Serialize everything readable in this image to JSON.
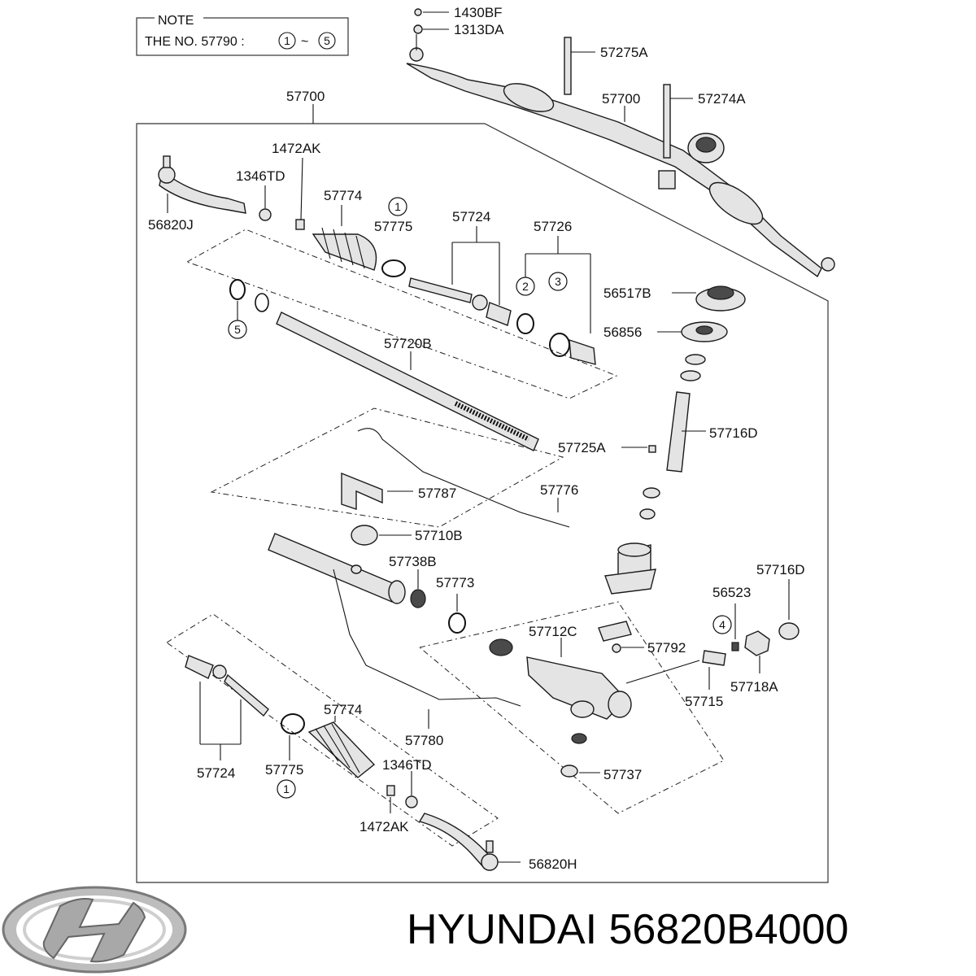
{
  "note": {
    "title": "NOTE",
    "text": "THE NO. 57790 :",
    "range_start": "1",
    "tilde": "~",
    "range_end": "5"
  },
  "labels": {
    "p1430BF": "1430BF",
    "p1313DA": "1313DA",
    "p57275A": "57275A",
    "p57700_top": "57700",
    "p57274A": "57274A",
    "p57700_frame": "57700",
    "p1472AK_top": "1472AK",
    "p1346TD_top": "1346TD",
    "p56820J": "56820J",
    "p57774_top": "57774",
    "p57775_top": "57775",
    "p57724_top": "57724",
    "p57726": "57726",
    "p56517B": "56517B",
    "p56856": "56856",
    "p57720B": "57720B",
    "p57725A": "57725A",
    "p57716D_mid": "57716D",
    "p57787": "57787",
    "p57776": "57776",
    "p57710B": "57710B",
    "p57738B": "57738B",
    "p57773": "57773",
    "p57716D_right": "57716D",
    "p56523": "56523",
    "p57712C": "57712C",
    "p57792": "57792",
    "p57718A": "57718A",
    "p57715": "57715",
    "p57774_bot": "57774",
    "p57780": "57780",
    "p57737": "57737",
    "p57724_bot": "57724",
    "p57775_bot": "57775",
    "p1346TD_bot": "1346TD",
    "p1472AK_bot": "1472AK",
    "p56820H": "56820H"
  },
  "circled": {
    "c1_top": "1",
    "c2": "2",
    "c3": "3",
    "c4": "4",
    "c5": "5",
    "c1_bot": "1"
  },
  "footer": {
    "brand_text": "HYUNDAI 56820B4000",
    "logo_icon": "hyundai-logo-icon"
  }
}
